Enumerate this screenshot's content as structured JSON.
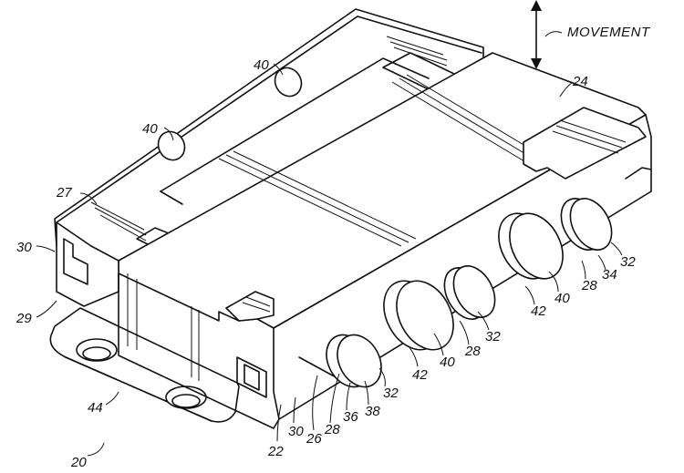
{
  "movement_label": "MOVEMENT",
  "labels": {
    "r20": "20",
    "r22": "22",
    "r24": "24",
    "r26": "26",
    "r27": "27",
    "r28a": "28",
    "r28b": "28",
    "r28c": "28",
    "r29": "29",
    "r30a": "30",
    "r30b": "30",
    "r32a": "32",
    "r32b": "32",
    "r32c": "32",
    "r34": "34",
    "r36": "36",
    "r38": "38",
    "r40a": "40",
    "r40b": "40",
    "r40c": "40",
    "r40d": "40",
    "r42a": "42",
    "r42b": "42",
    "r44": "44"
  }
}
